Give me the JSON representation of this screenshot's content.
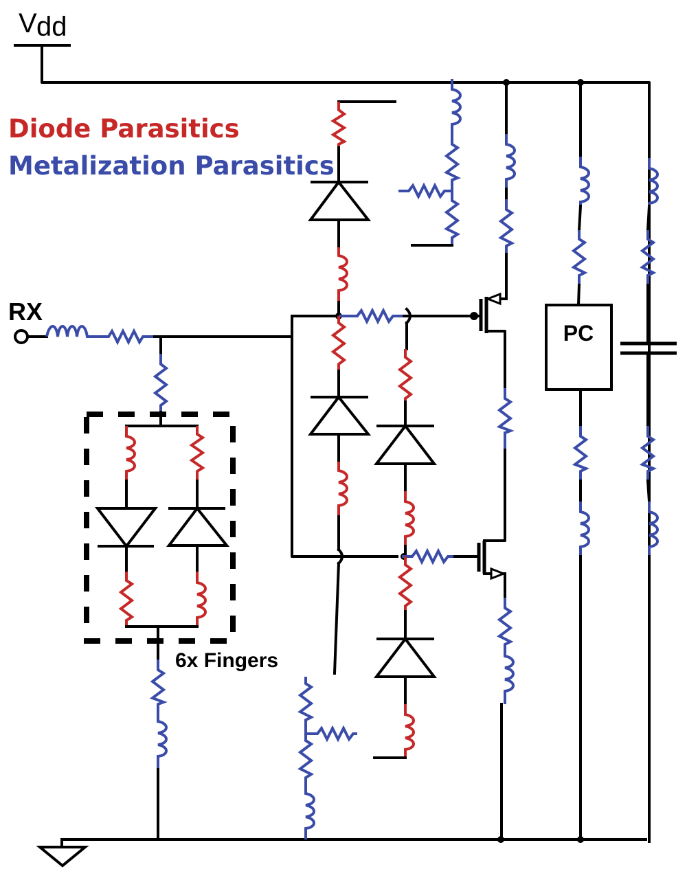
{
  "diagram": {
    "title": "RX ESD protection circuit with diode and metalization parasitics",
    "colors": {
      "wire": "#000000",
      "diode_parasitic": "#c62828",
      "metalization_parasitic": "#3a4ca8"
    },
    "legend": {
      "diode_parasitics_label": "Diode Parasitics",
      "metalization_parasitics_label": "Metalization Parasitics"
    },
    "labels": {
      "supply": "V",
      "supply_subscript": "dd",
      "input_port": "RX",
      "finger_group": "6x Fingers",
      "power_clamp": "PC"
    },
    "symbols": {
      "supply": "vdd-rail",
      "ground": "ground-triangle",
      "input": "open-circle-terminal"
    },
    "components": {
      "input_path": [
        "inductor (metalization)",
        "resistor (metalization)",
        "resistor (metalization, to fingers)"
      ],
      "finger_cell": [
        "inductor (diode)",
        "diode down",
        "resistor (diode)",
        "resistor (diode)",
        "diode up",
        "inductor (diode)"
      ],
      "transistors": [
        "PMOS (upper)",
        "NMOS (lower)"
      ],
      "branches": [
        "power clamp PC",
        "decoupling capacitor"
      ]
    }
  }
}
